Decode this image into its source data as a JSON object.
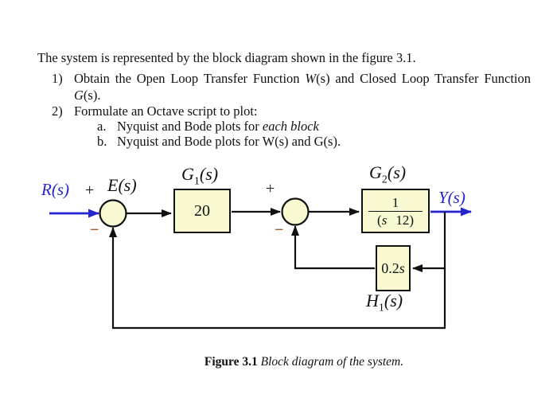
{
  "page": {
    "intro": "The system is represented by the block diagram shown in the figure 3.1.",
    "list": {
      "item1": {
        "marker": "1)",
        "line1": {
          "t1": "Obtain the Open Loop Transfer Function ",
          "var1": "W",
          "t2": "(s) and Closed Loop Transfer Function"
        },
        "line2": {
          "var": "G",
          "t": "(s)."
        }
      },
      "item2": {
        "marker": "2)",
        "text": "Formulate an Octave script to plot:",
        "sub_a": {
          "marker": "a.",
          "t1": "Nyquist and Bode plots for ",
          "italic": "each block"
        },
        "sub_b": {
          "marker": "b.",
          "t1": "Nyquist and Bode plots for W(s) and G(s)."
        }
      }
    }
  },
  "diagram": {
    "input_label": "R(s)",
    "input_sign": "+",
    "error_label": "E(s)",
    "sum1_minus": "−",
    "sum2_plus": "+",
    "sum2_minus": "−",
    "g1": {
      "label_base": "G",
      "label_sub": "1",
      "label_paren": "(s)",
      "value": "20"
    },
    "g2": {
      "label_base": "G",
      "label_sub": "2",
      "label_paren": "(s)",
      "numerator": "1",
      "den_open": "(",
      "den_var": "s",
      "den_rest": "12)"
    },
    "h1": {
      "value_num": "0.2",
      "value_var": "s",
      "label_base": "H",
      "label_sub": "1",
      "label_paren": "(s)"
    },
    "output_label": "Y(s)",
    "colors": {
      "accent_blue": "#2525cf",
      "minus_brown": "#a55a28",
      "block_fill": "#FAFAD2",
      "line_black": "#111111"
    }
  },
  "caption": {
    "bold": "Figure 3.1",
    "italic": " Block diagram of the system."
  }
}
